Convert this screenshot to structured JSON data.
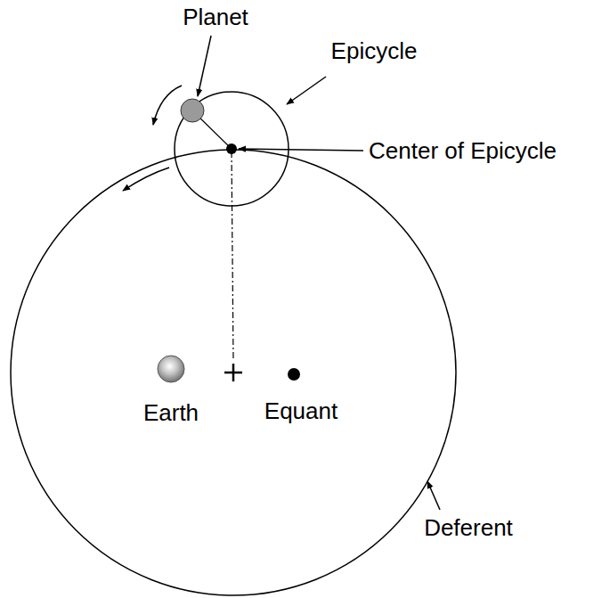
{
  "diagram": {
    "labels": [
      "Planet",
      "Epicycle",
      "Center of Epicycle",
      "Earth",
      "Equant",
      "Deferent"
    ]
  }
}
